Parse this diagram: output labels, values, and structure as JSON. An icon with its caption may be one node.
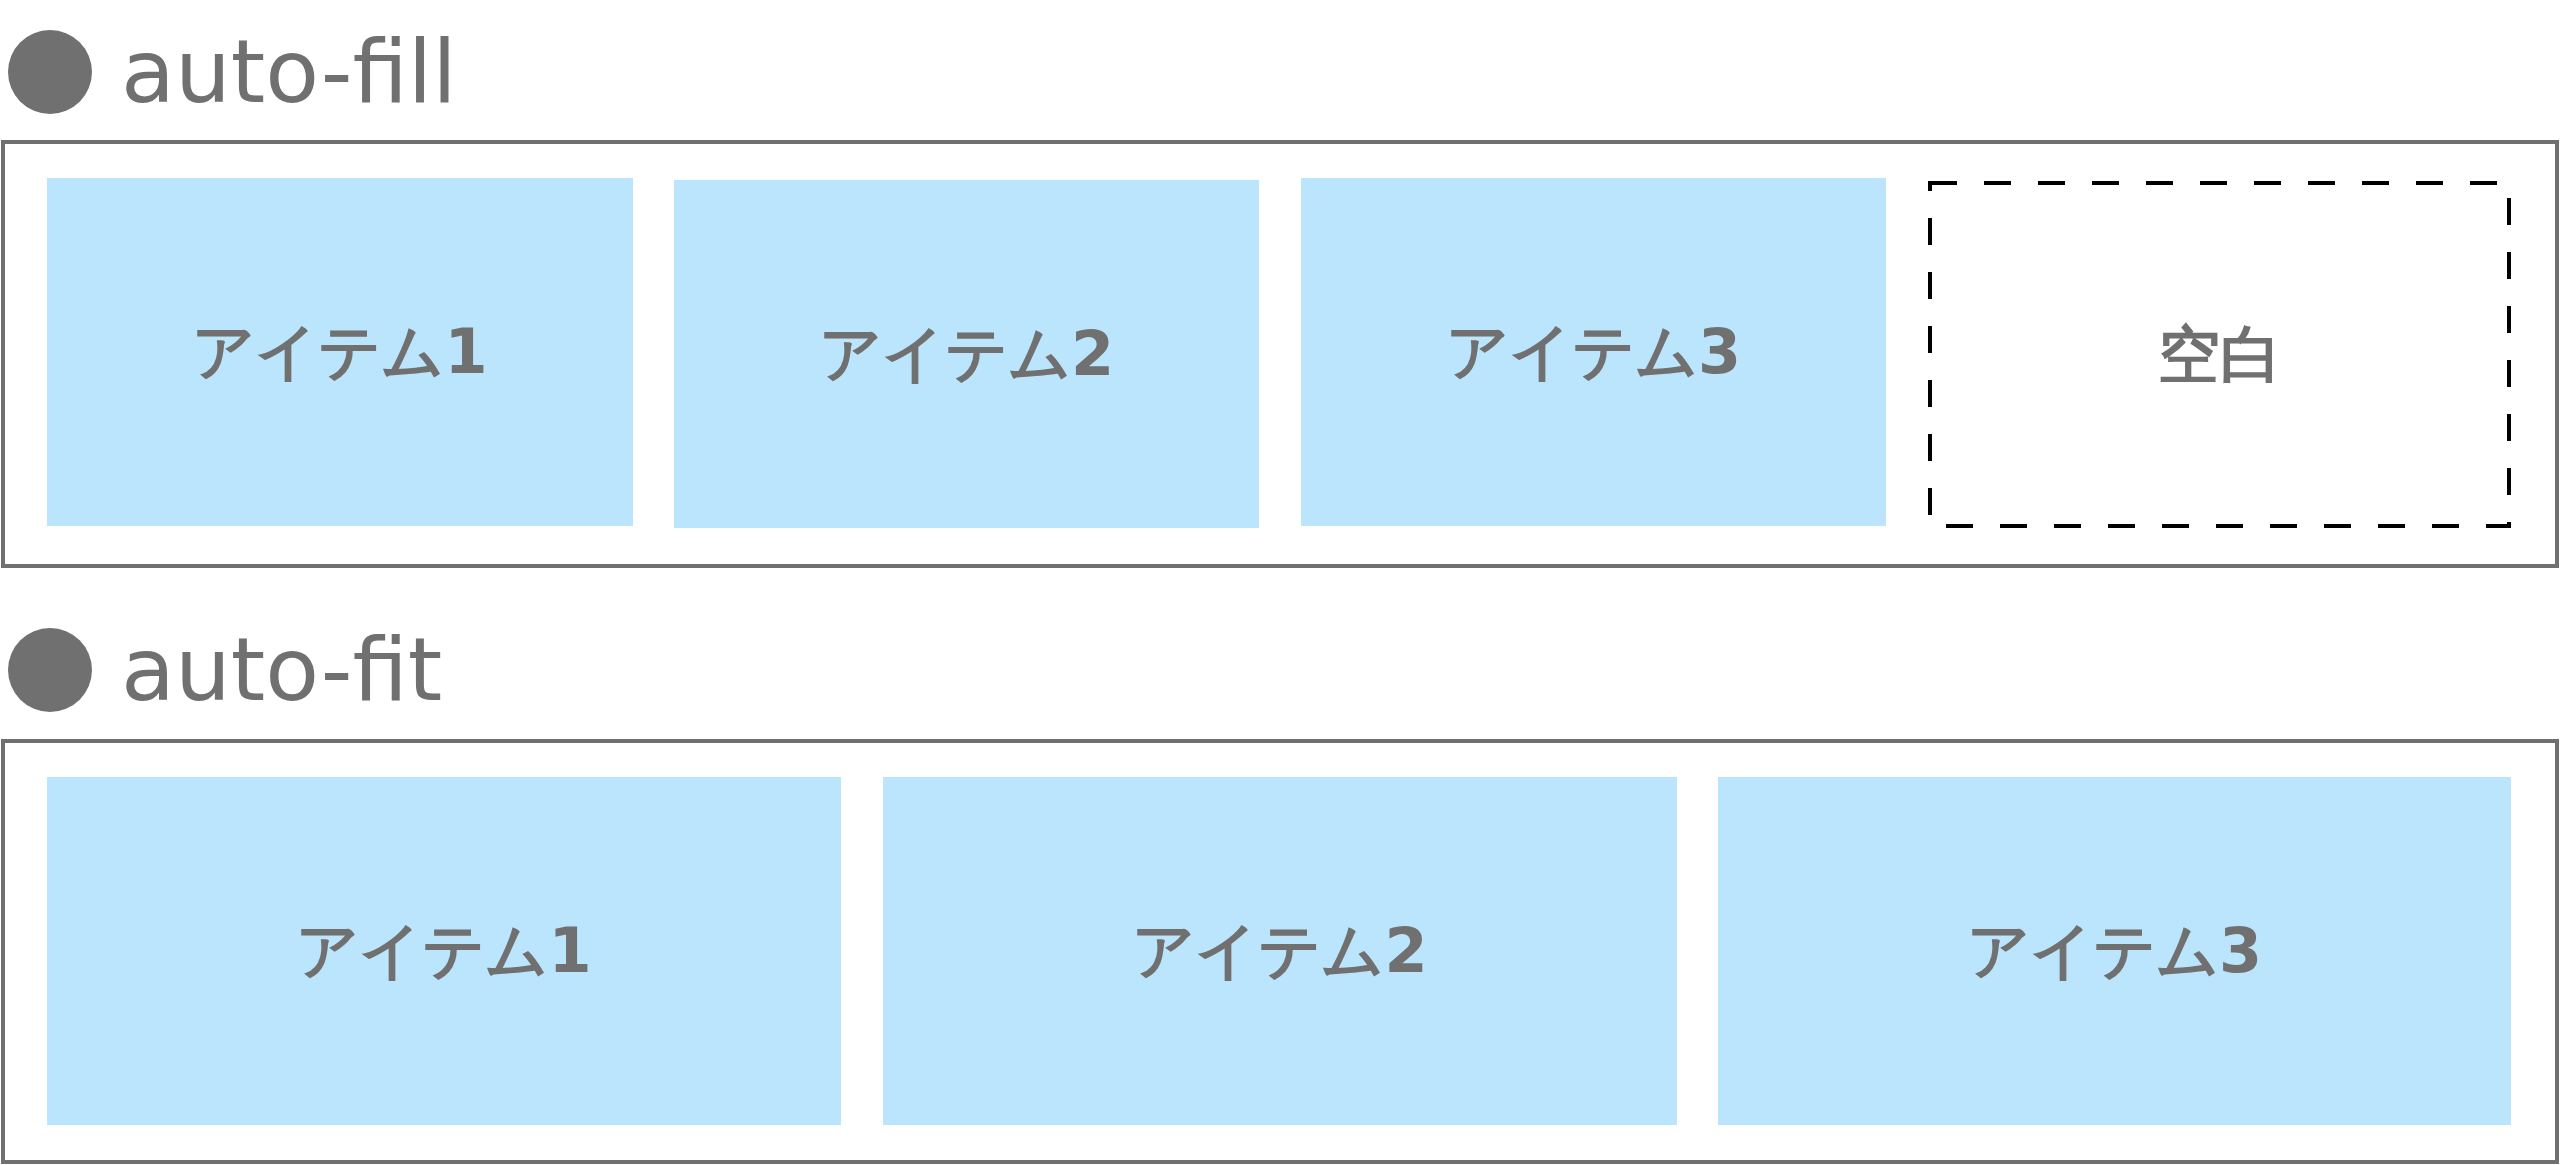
{
  "diagram": {
    "nodes": [
      {
        "text": [
          "auto-fill"
        ]
      },
      {
        "text": [
          "アイテム1"
        ],
        "in": 0
      },
      {
        "text": [
          "アイテム2"
        ],
        "in": 0
      },
      {
        "text": [
          "アイテム3"
        ],
        "in": 0
      },
      {
        "text": [
          "空白"
        ],
        "in": 0
      },
      {
        "text": [
          "auto-fit"
        ]
      },
      {
        "text": [
          "アイテム1"
        ],
        "in": 5
      },
      {
        "text": [
          "アイテム2"
        ],
        "in": 5
      },
      {
        "text": [
          "アイテム3"
        ],
        "in": 5
      }
    ]
  }
}
